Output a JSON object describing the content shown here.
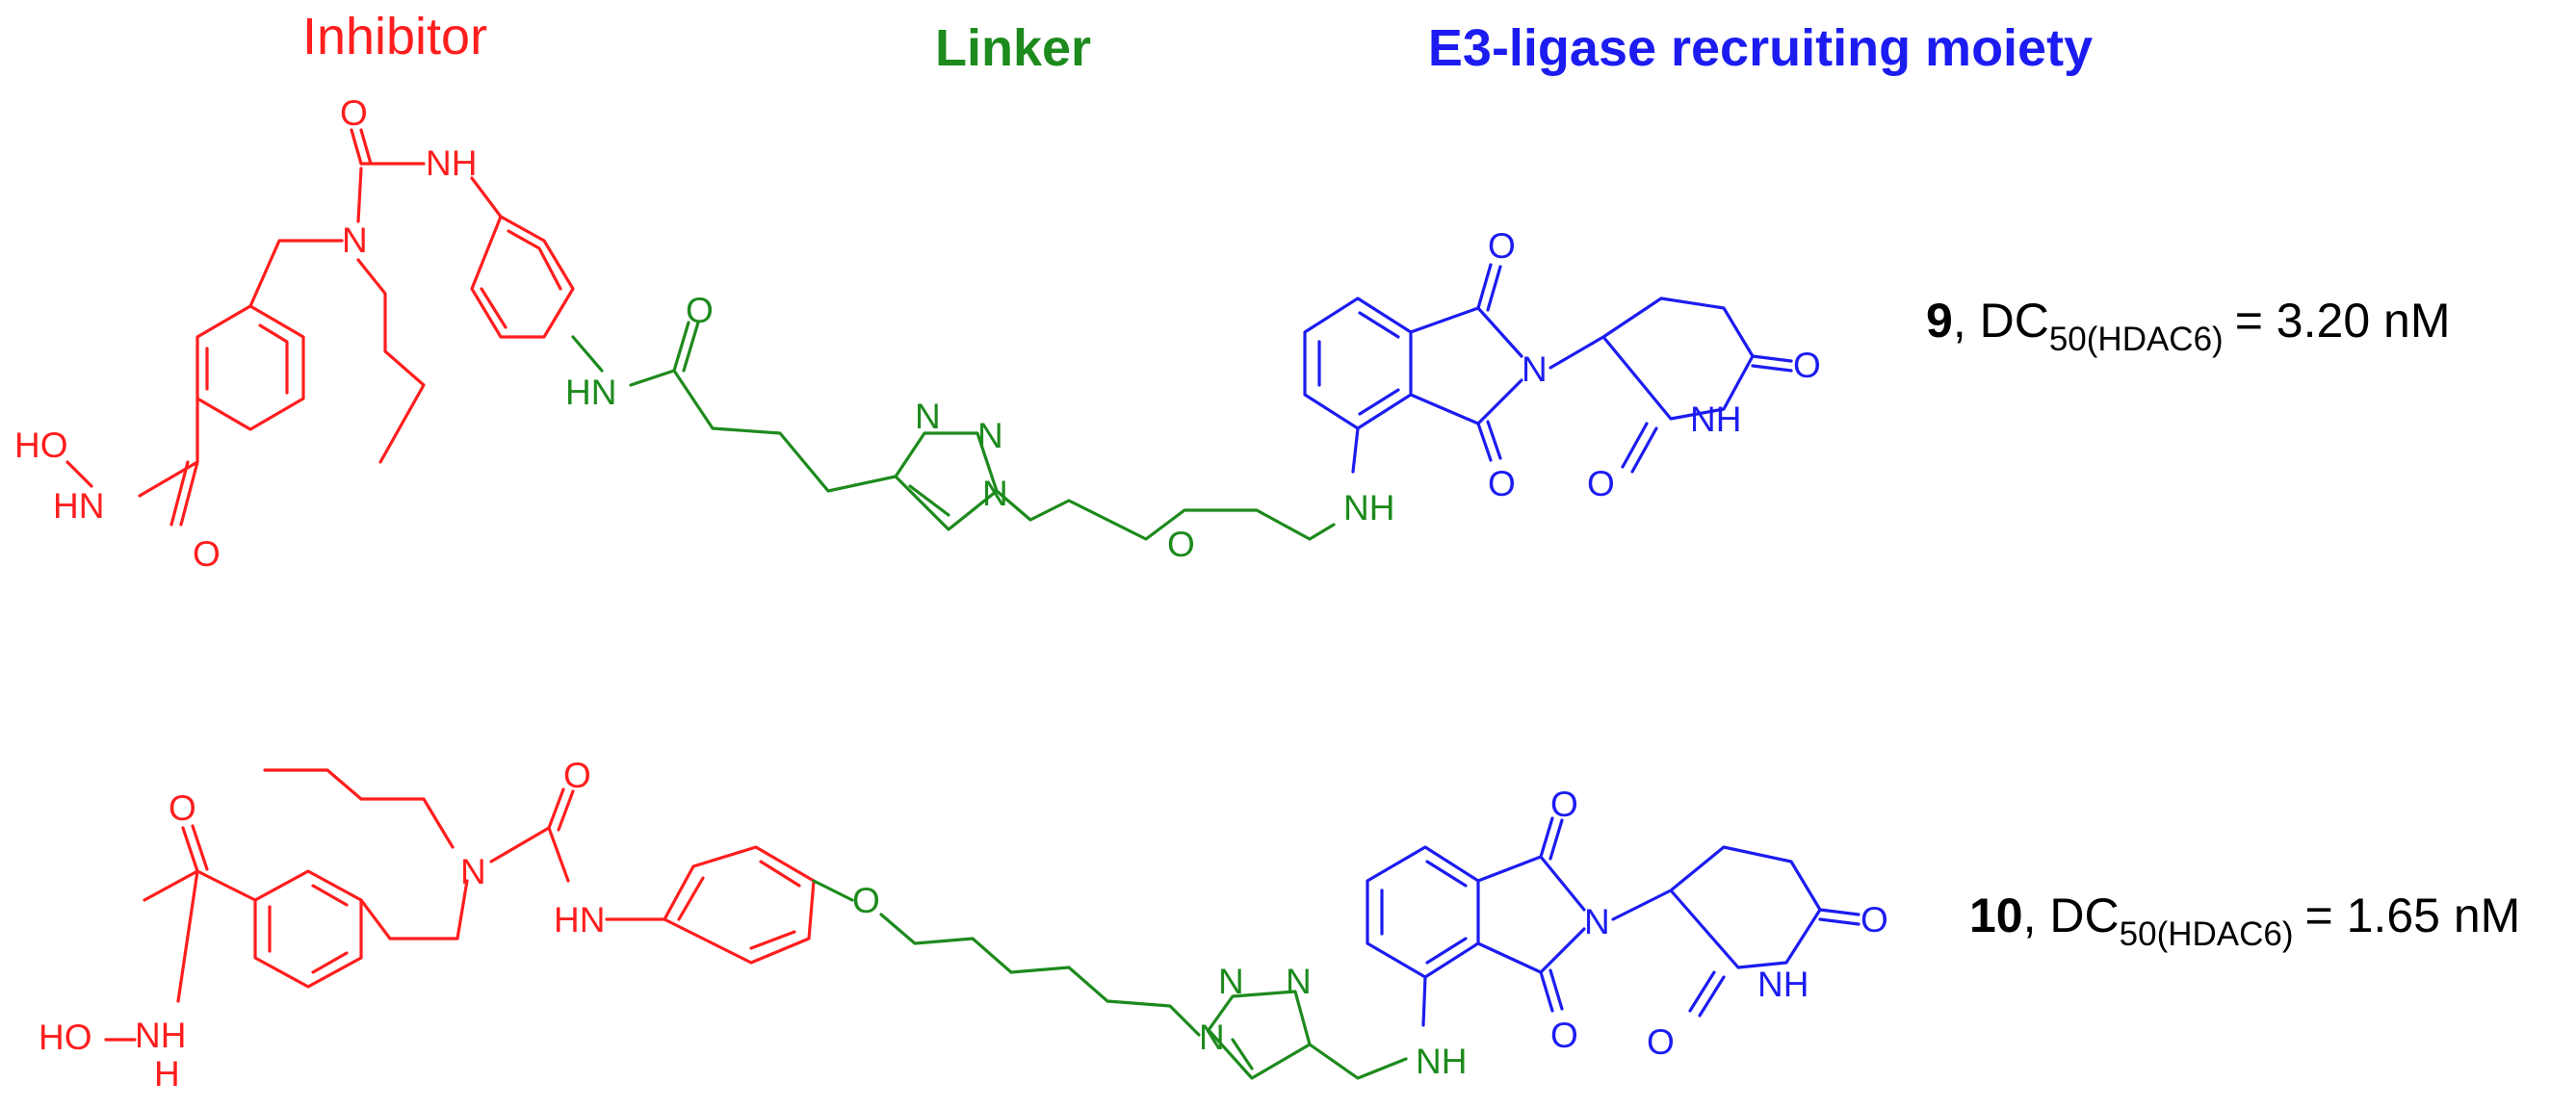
{
  "colors": {
    "inhibitor": "#ff1d1d",
    "linker": "#1d8a1d",
    "e3": "#1c1cf0",
    "text": "#000000"
  },
  "headers": {
    "inhibitor": "Inhibitor",
    "linker": "Linker",
    "e3": "E3-ligase recruiting moiety"
  },
  "atoms": {
    "o": "O",
    "n": "N",
    "nh": "NH",
    "hn": "HN",
    "ho": "HO",
    "h": "H"
  },
  "compounds": [
    {
      "number": "9",
      "dc_label": "DC",
      "dc_sub": "50(HDAC6)",
      "value": "= 3.20 nM"
    },
    {
      "number": "10",
      "dc_label": "DC",
      "dc_sub": "50(HDAC6)",
      "value": "= 1.65 nM"
    }
  ]
}
